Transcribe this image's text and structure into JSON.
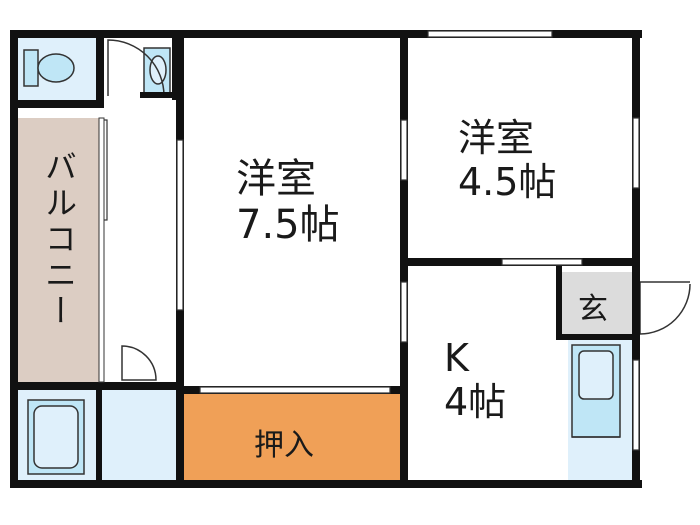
{
  "rooms": {
    "western_large": {
      "name": "洋室",
      "size": "7.5帖"
    },
    "western_small": {
      "name": "洋室",
      "size": "4.5帖"
    },
    "kitchen": {
      "name": "K",
      "size": "4帖"
    },
    "closet": {
      "name": "押入"
    },
    "entrance": {
      "name": "玄"
    },
    "balcony": {
      "name": "バルコニー"
    }
  },
  "colors": {
    "wall": "#111111",
    "wet_area": "#dff0fb",
    "fixture": "#bfe6f6",
    "balcony": "#dccdc3",
    "closet": "#f0a057",
    "entrance": "#dcdcdc",
    "background": "#ffffff"
  }
}
